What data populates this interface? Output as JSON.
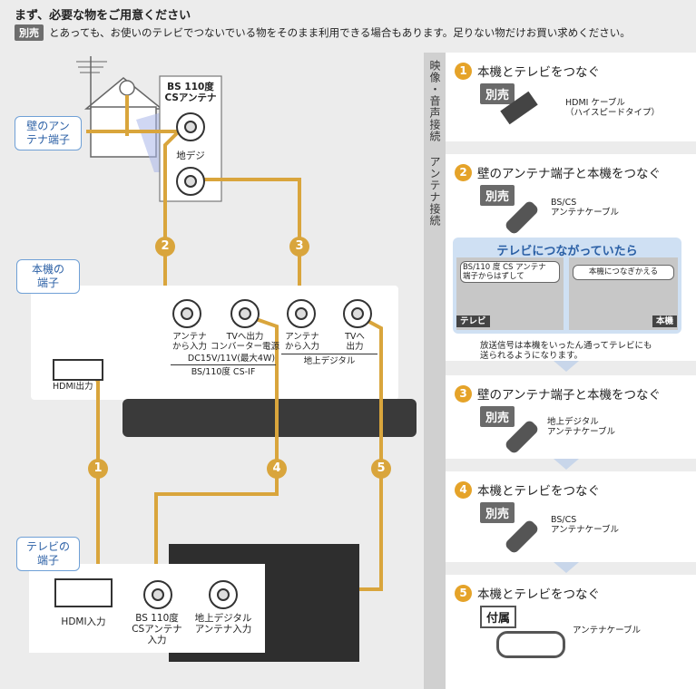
{
  "header": {
    "title": "まず、必要な物をご用意ください",
    "note_tag": "別売",
    "note_text": "とあっても、お使いのテレビでつないでいる物をそのまま利用できる場合もあります。足りない物だけお買い求めください。"
  },
  "labels": {
    "wall_terminal": [
      "壁のアン",
      "テナ端子"
    ],
    "device_terminal": [
      "本機の",
      "端子"
    ],
    "tv_terminal": [
      "テレビの",
      "端子"
    ],
    "bs_antenna": [
      "BS 110度",
      "CSアンテナ"
    ],
    "terrestrial": "地デジ"
  },
  "device": {
    "jack1": [
      "アンテナ",
      "から入力"
    ],
    "jack2": [
      "TVへ出力",
      "コンバーター電源"
    ],
    "jack2_spec": "DC15V/11V(最大4W)",
    "jack3": [
      "アンテナ",
      "から入力"
    ],
    "jack4": [
      "TVへ",
      "出力"
    ],
    "group1": "BS/110度 CS-IF",
    "group2": "地上デジタル",
    "hdmi_out": "HDMI出力"
  },
  "tv": {
    "hdmi_in": "HDMI入力",
    "bs_in": [
      "BS 110度",
      "CSアンテナ",
      "入力"
    ],
    "terr_in": [
      "地上デジタル",
      "アンテナ入力"
    ]
  },
  "diagram_numbers": [
    "1",
    "2",
    "3",
    "4",
    "5"
  ],
  "sidebar": {
    "section1": "映像・音声接続",
    "section2": "アンテナ接続",
    "steps": [
      {
        "num": "1",
        "title": "本機とテレビをつなぐ",
        "tag": "別売",
        "item": [
          "HDMI ケーブル",
          "（ハイスピードタイプ）"
        ]
      },
      {
        "num": "2",
        "title": "壁のアンテナ端子と本機をつなぐ",
        "tag": "別売",
        "item": [
          "BS/CS",
          "アンテナケーブル"
        ]
      },
      {
        "num": "3",
        "title": "壁のアンテナ端子と本機をつなぐ",
        "tag": "別売",
        "item": [
          "地上デジタル",
          "アンテナケーブル"
        ]
      },
      {
        "num": "4",
        "title": "本機とテレビをつなぐ",
        "tag": "別売",
        "item": [
          "BS/CS",
          "アンテナケーブル"
        ]
      },
      {
        "num": "5",
        "title": "本機とテレビをつなぐ",
        "tag": "付属",
        "item": [
          "アンテナケーブル"
        ]
      }
    ],
    "callout": {
      "title": "テレビにつながっていたら",
      "bubble_left": [
        "BS/110 度 CS アンテナ",
        "端子からはずして"
      ],
      "bubble_right": "本機につなぎかえる",
      "corner_left": "テレビ",
      "corner_right": "本機",
      "note": [
        "放送信号は本機をいったん通ってテレビにも",
        "送られるようになります。"
      ]
    }
  },
  "colors": {
    "cable": "#d9a53c",
    "step_circle": "#e5a329",
    "blue": "#6fa0d6"
  }
}
